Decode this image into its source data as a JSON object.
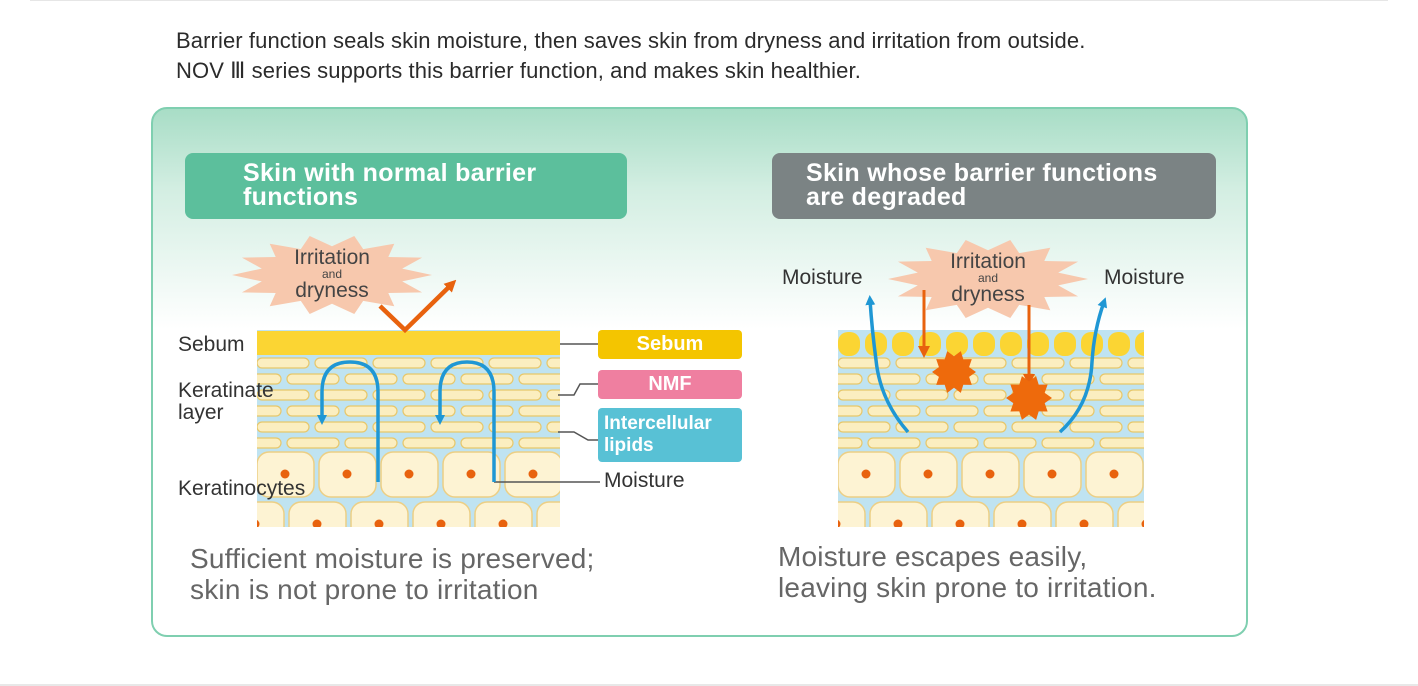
{
  "intro": {
    "line1": "Barrier function seals skin moisture, then saves skin from dryness and irritation from outside.",
    "line2": "NOV Ⅲ series supports this barrier function, and makes skin healthier."
  },
  "left_panel": {
    "header_line1": "Skin with normal barrier",
    "header_line2": "functions",
    "burst_line1": "Irritation",
    "burst_and": "and",
    "burst_line2": "dryness",
    "label_sebum": "Sebum",
    "label_keratinate_1": "Keratinate",
    "label_keratinate_2": "layer",
    "label_keratinocytes": "Keratinocytes",
    "tag_sebum": "Sebum",
    "tag_nmf": "NMF",
    "tag_lipids_1": "Intercellular",
    "tag_lipids_2": "lipids",
    "label_moisture": "Moisture",
    "caption_line1": "Sufficient moisture is preserved;",
    "caption_line2": "skin is not prone to irritation"
  },
  "right_panel": {
    "header_line1": "Skin whose barrier functions",
    "header_line2": "are degraded",
    "burst_line1": "Irritation",
    "burst_and": "and",
    "burst_line2": "dryness",
    "label_moisture_left": "Moisture",
    "label_moisture_right": "Moisture",
    "caption_line1": "Moisture escapes easily,",
    "caption_line2": "leaving skin prone to irritation."
  },
  "colors": {
    "panel_border": "#7fcfb0",
    "normal_header": "#5cbf9c",
    "degraded_header": "#7b8384",
    "sebum": "#f4c500",
    "nmf": "#ef7fa0",
    "lipids": "#58c1d5",
    "moisture_arrow": "#1f97d4",
    "irritation_arrow": "#e8620e",
    "burst_fill": "#f7c8ad"
  }
}
